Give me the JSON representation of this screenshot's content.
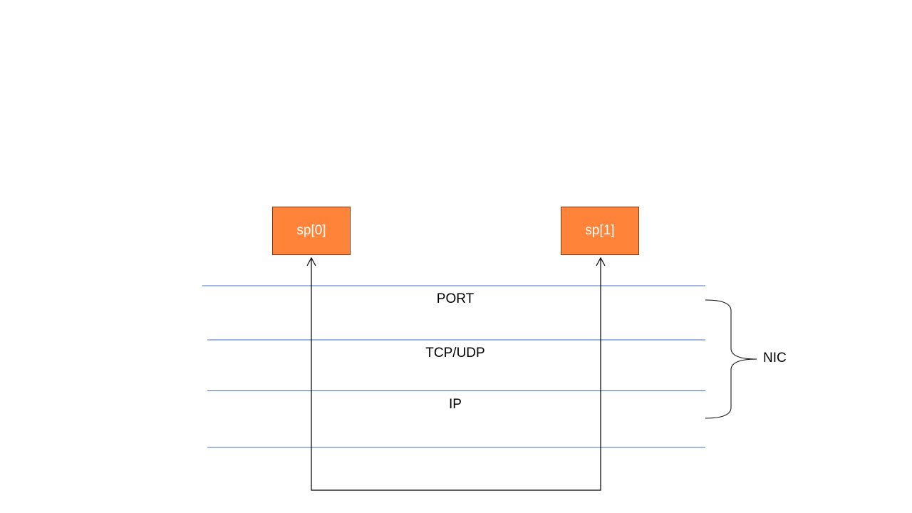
{
  "diagram": {
    "boxes": [
      {
        "id": "sp0",
        "label": "sp[0]"
      },
      {
        "id": "sp1",
        "label": "sp[1]"
      }
    ],
    "layers": [
      {
        "label": "PORT"
      },
      {
        "label": "TCP/UDP"
      },
      {
        "label": "IP"
      }
    ],
    "group_label": "NIC",
    "colors": {
      "box_fill": "#ff8439",
      "box_border": "#7a3a14",
      "layer_line": "#4472c4",
      "connector": "#000000"
    }
  }
}
